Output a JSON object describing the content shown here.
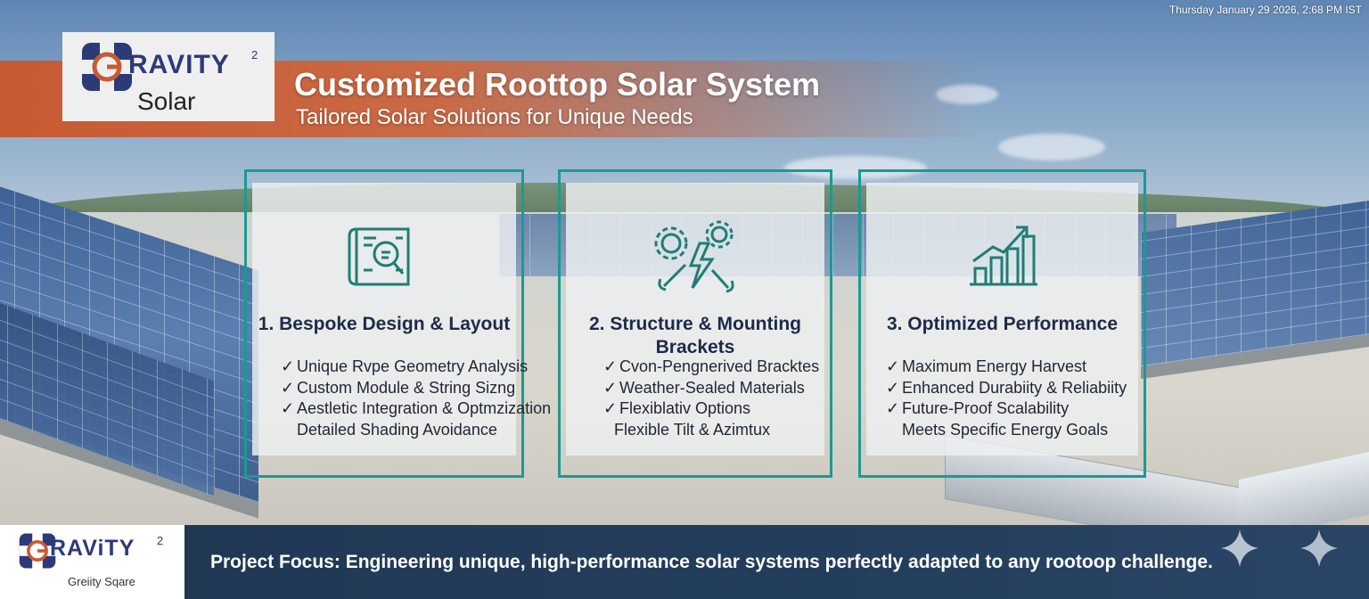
{
  "timestamp": "Thursday January 29 2026, 2:68 PM IST",
  "header": {
    "logo_word": "RAVITY",
    "logo_sup": "2",
    "logo_sub": "Solar",
    "title": "Customized Roottop Solar System",
    "subtitle": "Tailored Solar Solutions for Unique Needs"
  },
  "cards": [
    {
      "icon": "blueprint-magnifier-icon",
      "title": "1. Bespoke Design & Layout",
      "items": [
        {
          "check": true,
          "text": "Unique Rvpe Geometry Analysis"
        },
        {
          "check": true,
          "text": "Custom Module & String Sizng"
        },
        {
          "check": true,
          "text": "Aestletic Integration & Optmzization"
        },
        {
          "check": false,
          "text": "Detailed Shading Avoidance"
        }
      ]
    },
    {
      "icon": "gears-wrench-bolt-icon",
      "title_line1": "2. Structure & Mounting",
      "title_line2": "Brackets",
      "items": [
        {
          "check": true,
          "text": "Cvon-Pengnerived Bracktes"
        },
        {
          "check": true,
          "text": "Weather-Sealed Materials"
        },
        {
          "check": true,
          "text": "Flexiblativ Options"
        },
        {
          "check": false,
          "text": "Flexible Tilt & Azimtux"
        }
      ]
    },
    {
      "icon": "bar-chart-growth-icon",
      "title": "3. Optimized Performance",
      "items": [
        {
          "check": true,
          "text": "Maximum Energy Harvest"
        },
        {
          "check": true,
          "text": "Enhanced Durabiity & Reliabiity"
        },
        {
          "check": true,
          "text": "Future-Proof Scalability"
        },
        {
          "check": false,
          "text": "Meets Specific Energy Goals"
        }
      ]
    }
  ],
  "footer": {
    "logo_word": "RAViTY",
    "logo_sup": "2",
    "logo_sub": "Greiity Sqare",
    "text": "Project Focus: Engineering unique, high-performance solar systems perfectly adapted to any rootoop challenge."
  },
  "colors": {
    "brand_orange": "#c85a32",
    "brand_navy": "#2c3a78",
    "teal_border": "#1a9a93",
    "footer_bg": "#1f3652"
  }
}
